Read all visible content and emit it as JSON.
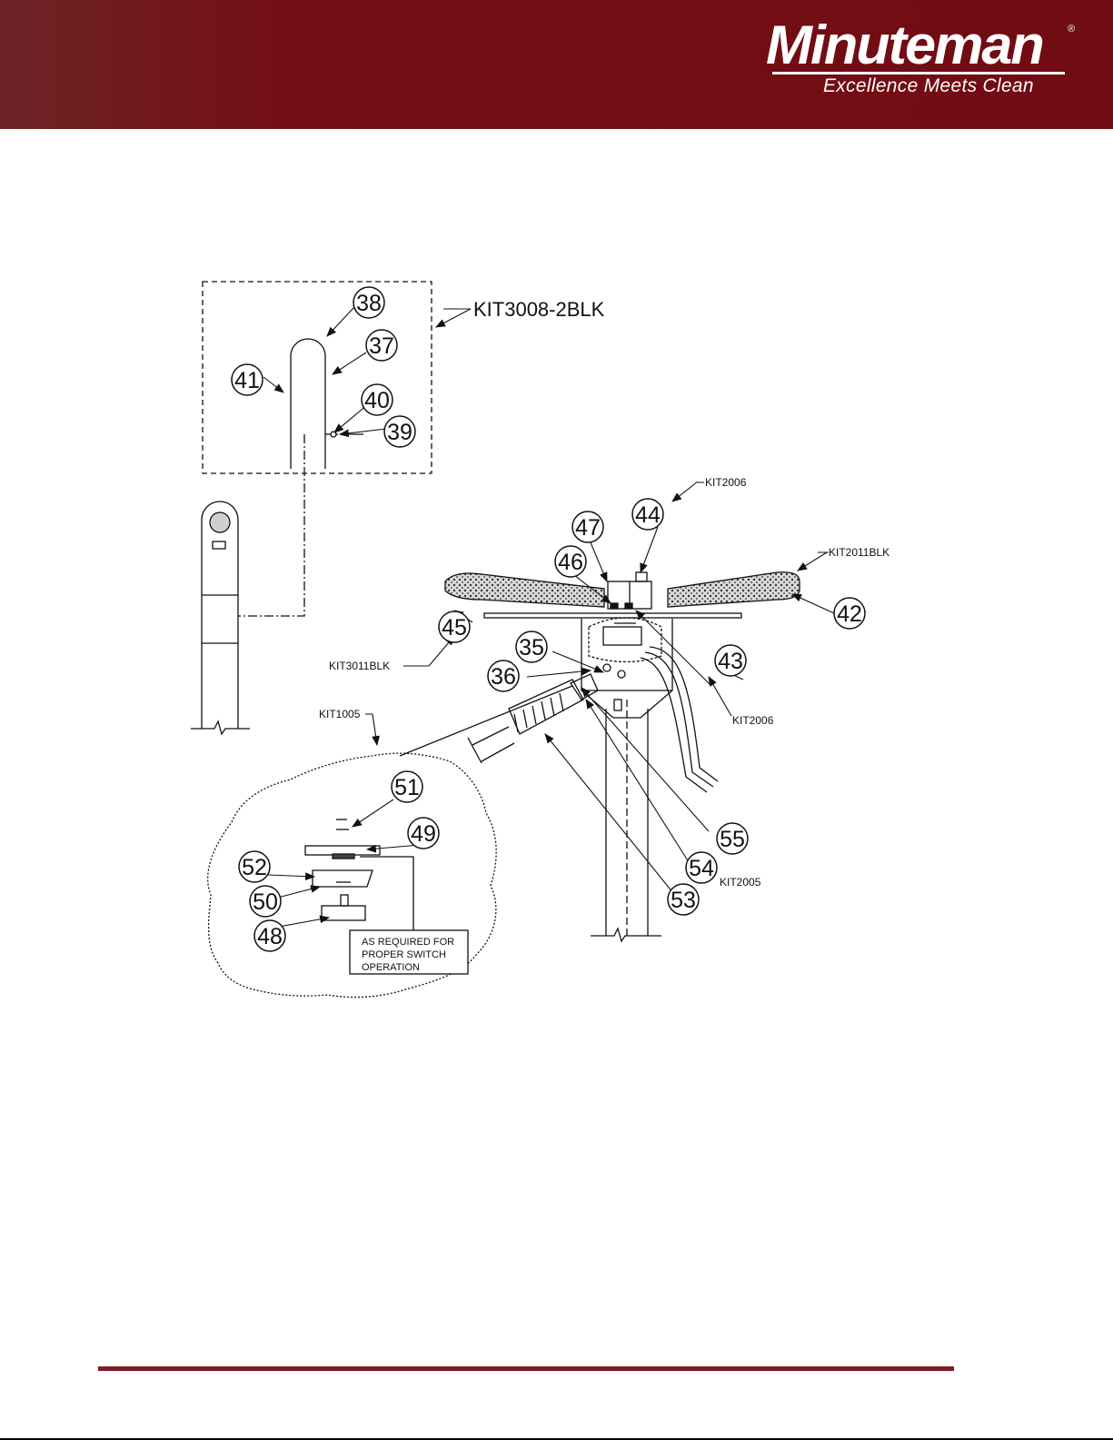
{
  "header": {
    "brand": "Minuteman",
    "registered": "®",
    "tagline": "Excellence Meets Clean",
    "colors": {
      "band": "#710c13",
      "band_left": "#6d2426",
      "text": "#ffffff"
    }
  },
  "diagram": {
    "callouts": {
      "c35": "35",
      "c36": "36",
      "c37": "37",
      "c38": "38",
      "c39": "39",
      "c40": "40",
      "c41": "41",
      "c42": "42",
      "c43": "43",
      "c44": "44",
      "c45": "45",
      "c46": "46",
      "c47": "47",
      "c48": "48",
      "c49": "49",
      "c50": "50",
      "c51": "51",
      "c52": "52",
      "c53": "53",
      "c54": "54",
      "c55": "55"
    },
    "kits": {
      "kit3008": "KIT3008-2BLK",
      "kit2006_top": "KIT2006",
      "kit2011": "KIT2011BLK",
      "kit3011": "KIT3011BLK",
      "kit2006_right": "KIT2006",
      "kit1005": "KIT1005",
      "kit2005": "KIT2005"
    },
    "note": {
      "line1": "AS REQUIRED FOR",
      "line2": "PROPER SWITCH",
      "line3": "OPERATION"
    }
  },
  "footer": {
    "rule_color": "#7b1d24"
  }
}
